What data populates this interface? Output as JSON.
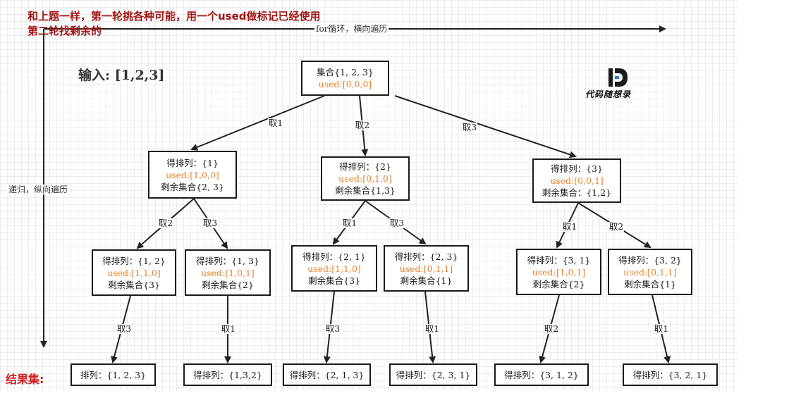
{
  "notes": {
    "line1": "和上题一样，第一轮挑各种可能，用一个used做标记已经使用",
    "line2": "第二轮找剩余的"
  },
  "axes": {
    "horizontal": "for循环，横向遍历",
    "vertical": "递归，纵向遍历"
  },
  "input_label": "输入: [1,2,3]",
  "result_label": "结果集:",
  "logo": {
    "glyph": "D",
    "text": "代码随想录"
  },
  "root": {
    "line1": "集合{1, 2, 3}",
    "used": "used:[0,0,0]"
  },
  "level1": [
    {
      "line1": "得排列：{1}",
      "used": "used:[1,0,0]",
      "line3": "剩余集合{2, 3}"
    },
    {
      "line1": "得排列：{2}",
      "used": "used:[0,1,0]",
      "line3": "剩余集合{1,3}"
    },
    {
      "line1": "得排列：{3}",
      "used": "used:[0,0,1]",
      "line3": "剩余集合：{1,2}"
    }
  ],
  "level2": [
    {
      "line1": "得排列：{1, 2}",
      "used": "used:[1,1,0]",
      "line3": "剩余集合{3}"
    },
    {
      "line1": "得排列：{1, 3}",
      "used": "used:[1,0,1]",
      "line3": "剩余集合{2}"
    },
    {
      "line1": "得排列：{2, 1}",
      "used": "used:[1,1,0]",
      "line3": "剩余集合{3}"
    },
    {
      "line1": "得排列：{2, 3}",
      "used": "used:[0,1,1]",
      "line3": "剩余集合{1}"
    },
    {
      "line1": "得排列：{3, 1}",
      "used": "used:[1,0,1]",
      "line3": "剩余集合{2}"
    },
    {
      "line1": "得排列：{3, 2}",
      "used": "used:[0,1,1]",
      "line3": "剩余集合{1}"
    }
  ],
  "leaves": [
    "排列：{1, 2, 3}",
    "得排列：{1,3,2}",
    "得排列：{2, 1, 3}",
    "得排列：{2, 3, 1}",
    "得排列：{3, 1, 2}",
    "得排列：{3, 2, 1}"
  ],
  "edge_labels": {
    "root_to_l1": [
      "取1",
      "取2",
      "取3"
    ],
    "l1_to_l2": [
      "取2",
      "取3",
      "取1",
      "取3",
      "取1",
      "取2"
    ],
    "l2_to_leaf": [
      "取3",
      "取1",
      "取3",
      "取1",
      "取2",
      "取1"
    ]
  }
}
